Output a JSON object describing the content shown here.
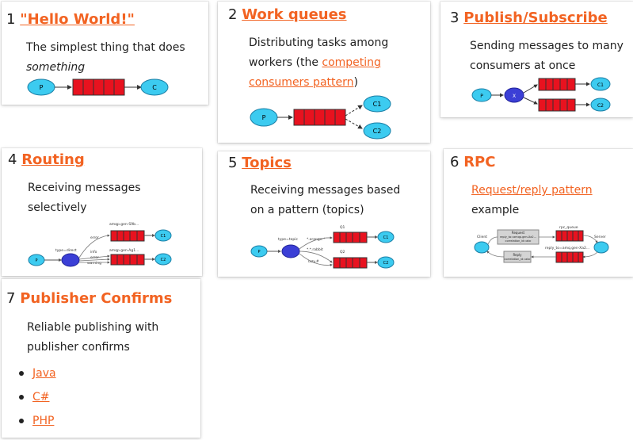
{
  "cards": [
    {
      "num": "1",
      "title": "\"Hello World!\"",
      "desc_line1": "The simplest thing that does",
      "desc_line2": "something"
    },
    {
      "num": "2",
      "title": "Work queues",
      "desc_line1": "Distributing tasks among",
      "desc_pre": "workers (the ",
      "desc_link1": "competing",
      "desc_link2": "consumers pattern",
      "desc_post": ")"
    },
    {
      "num": "3",
      "title": "Publish/Subscribe",
      "desc_line1": "Sending messages to many",
      "desc_line2": "consumers at once"
    },
    {
      "num": "4",
      "title": "Routing",
      "desc_line1": "Receiving messages",
      "desc_line2": "selectively"
    },
    {
      "num": "5",
      "title": "Topics",
      "desc_line1": "Receiving messages based",
      "desc_line2": "on a pattern (topics)"
    },
    {
      "num": "6",
      "title": "RPC",
      "desc_link": "Request/reply pattern",
      "desc_line2": "example"
    },
    {
      "num": "7",
      "title": "Publisher Confirms",
      "desc_line1": "Reliable publishing with",
      "desc_line2": "publisher confirms",
      "links": [
        "Java",
        "C#",
        "PHP"
      ]
    }
  ],
  "diagram_labels": {
    "producer": "P",
    "consumer": "C",
    "consumer1": "C1",
    "consumer2": "C2",
    "exchange": "X",
    "routing_type": "type=direct",
    "routing_queue1": "amqp.gen-S9b...",
    "routing_queue2": "amqp.gen-Ag1...",
    "routing_error": "error",
    "routing_info": "info",
    "routing_error2": "error",
    "routing_warning": "warning",
    "topic_type": "type=topic",
    "topic_q1": "Q1",
    "topic_q2": "Q2",
    "topic_key1": "*.orange.*",
    "topic_key2": "*.*.rabbit",
    "topic_key3": "lazy.#",
    "rpc_client": "Client",
    "rpc_server": "Server",
    "rpc_queue": "rpc_queue",
    "rpc_request": "Request",
    "rpc_request_detail1": "reply_to=amqp.gen-Xa2...",
    "rpc_request_detail2": "correlation_id=abc",
    "rpc_reply_queue": "reply_to=amq.gen-Xa2...",
    "rpc_reply": "Reply",
    "rpc_reply_detail": "correlation_id=abc"
  },
  "colors": {
    "accent": "#f26322",
    "node": "#3ccbf0",
    "node_stroke": "#1b7fa6",
    "exchange": "#3b3fd6",
    "queue": "#e8121f"
  }
}
